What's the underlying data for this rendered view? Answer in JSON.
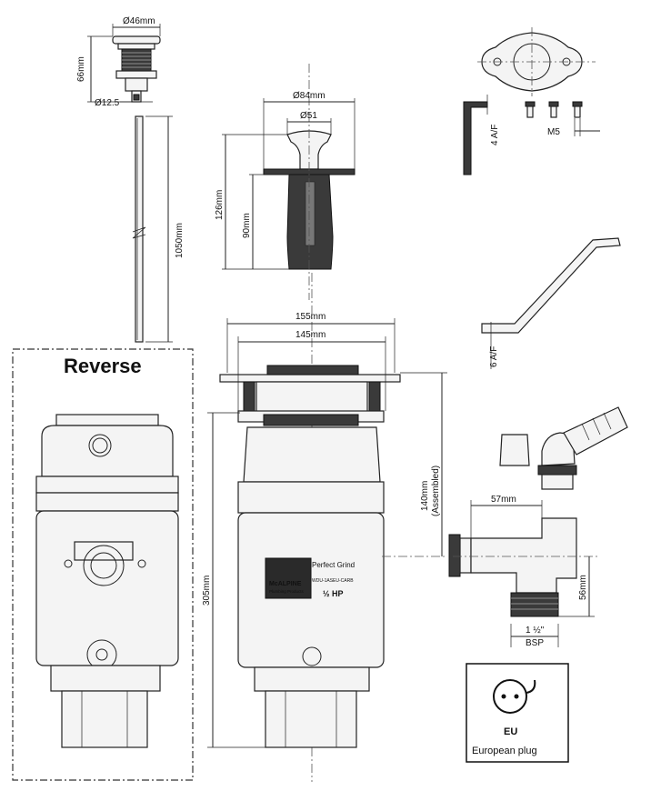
{
  "dimensions": {
    "flange_diameter": "Ø46mm",
    "flange_height": "66mm",
    "pin_diameter": "Ø12.5",
    "rod_length": "1050mm",
    "stopper_outer": "Ø84mm",
    "stopper_inner": "Ø51",
    "stopper_height": "126mm",
    "stopper_shaft": "90mm",
    "unit_outer_width": "155mm",
    "unit_inner_width": "145mm",
    "unit_height": "305mm",
    "assembled_height": "140mm",
    "assembled_note": "(Assembled)",
    "outlet_offset": "57mm",
    "outlet_drop": "56mm",
    "outlet_thread": "1 ½\"",
    "outlet_thread_type": "BSP",
    "allen_key_small": "4 A/F",
    "allen_key_large": "6 A/F",
    "screw_size": "M5"
  },
  "reverse_label": "Reverse",
  "product_label": {
    "brand": "McALPINE",
    "brand_sub": "Plumbing Products",
    "model": "Perfect Grind",
    "code": "WDU-1ASEU-CARB",
    "power": "½ HP"
  },
  "plug_box": {
    "code": "EU",
    "caption": "European plug"
  }
}
